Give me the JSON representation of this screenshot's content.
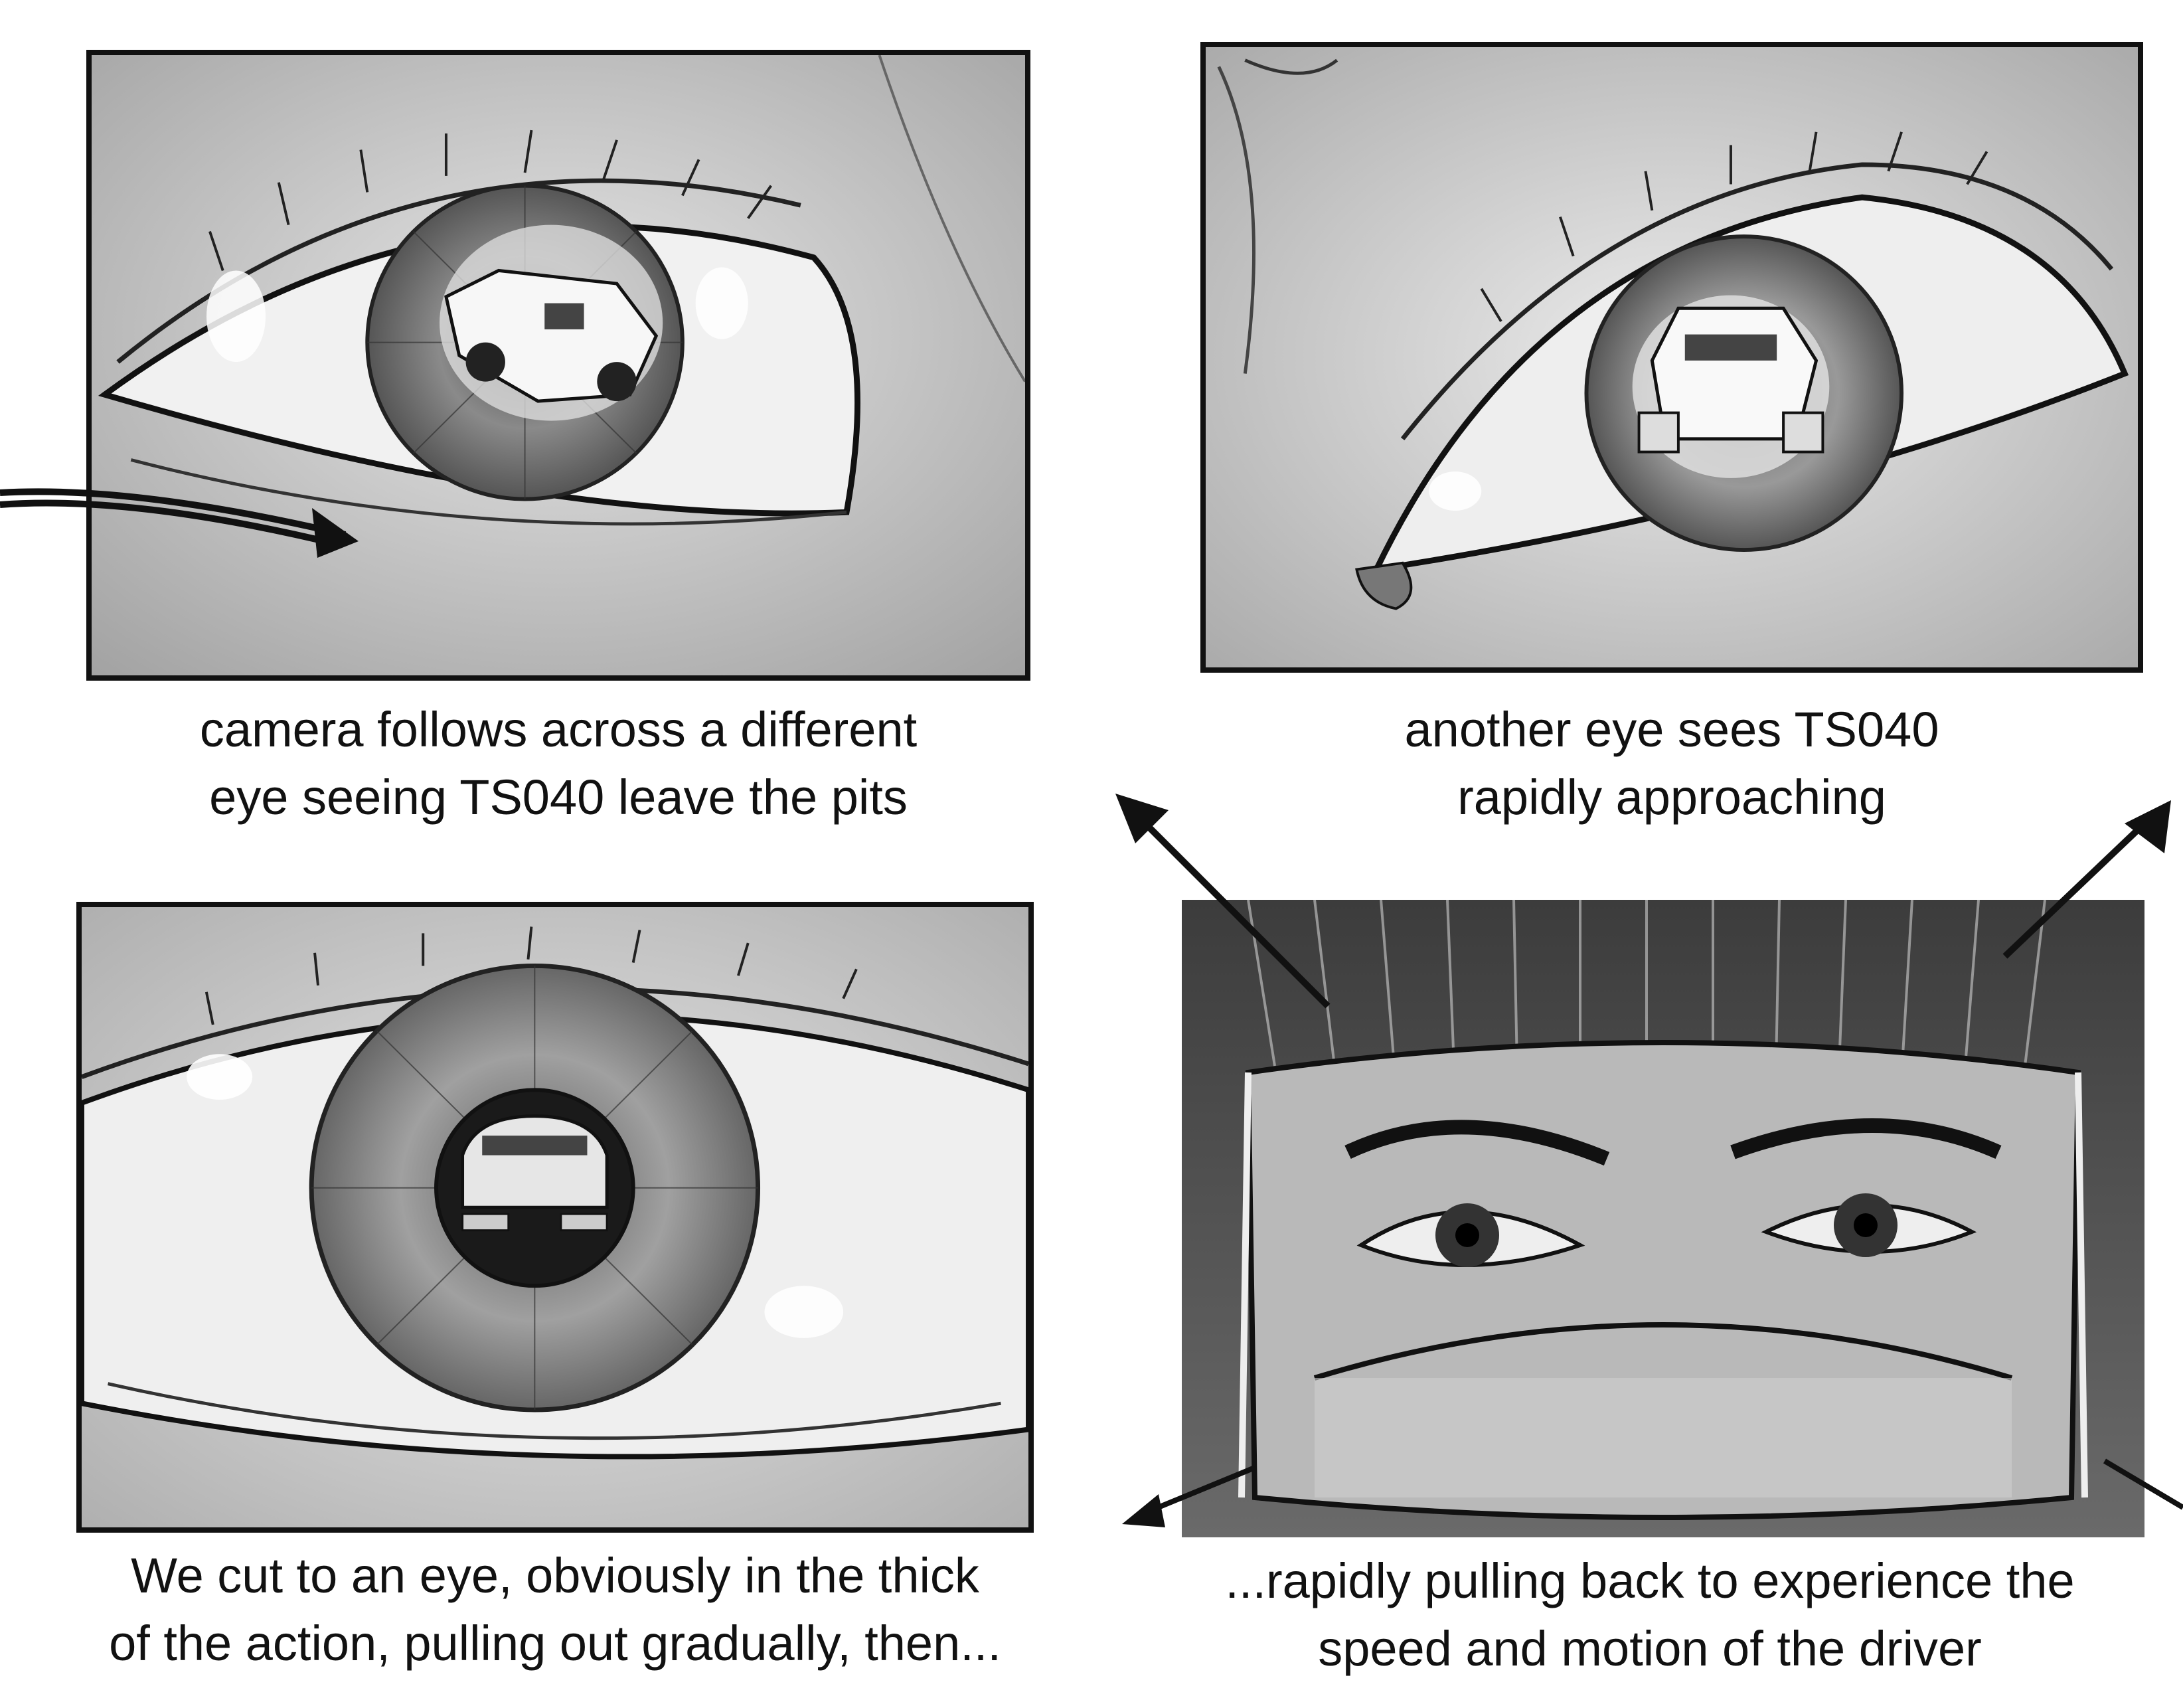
{
  "captions": {
    "panel1": {
      "line1": "camera follows across a different",
      "line2": "eye seeing TS040 leave the pits"
    },
    "panel2": {
      "line1": "another eye sees TS040",
      "line2": "rapidly approaching"
    },
    "panel3": {
      "line1": "We cut to an eye, obviously in the thick",
      "line2": "of the action, pulling out gradually, then..."
    },
    "panel4": {
      "line1": "...rapidly pulling back to experience the",
      "line2": "speed and motion of the driver"
    }
  },
  "colors": {
    "ink": "#111111",
    "paper": "#ffffff",
    "graphite": "#8a8a8a"
  }
}
